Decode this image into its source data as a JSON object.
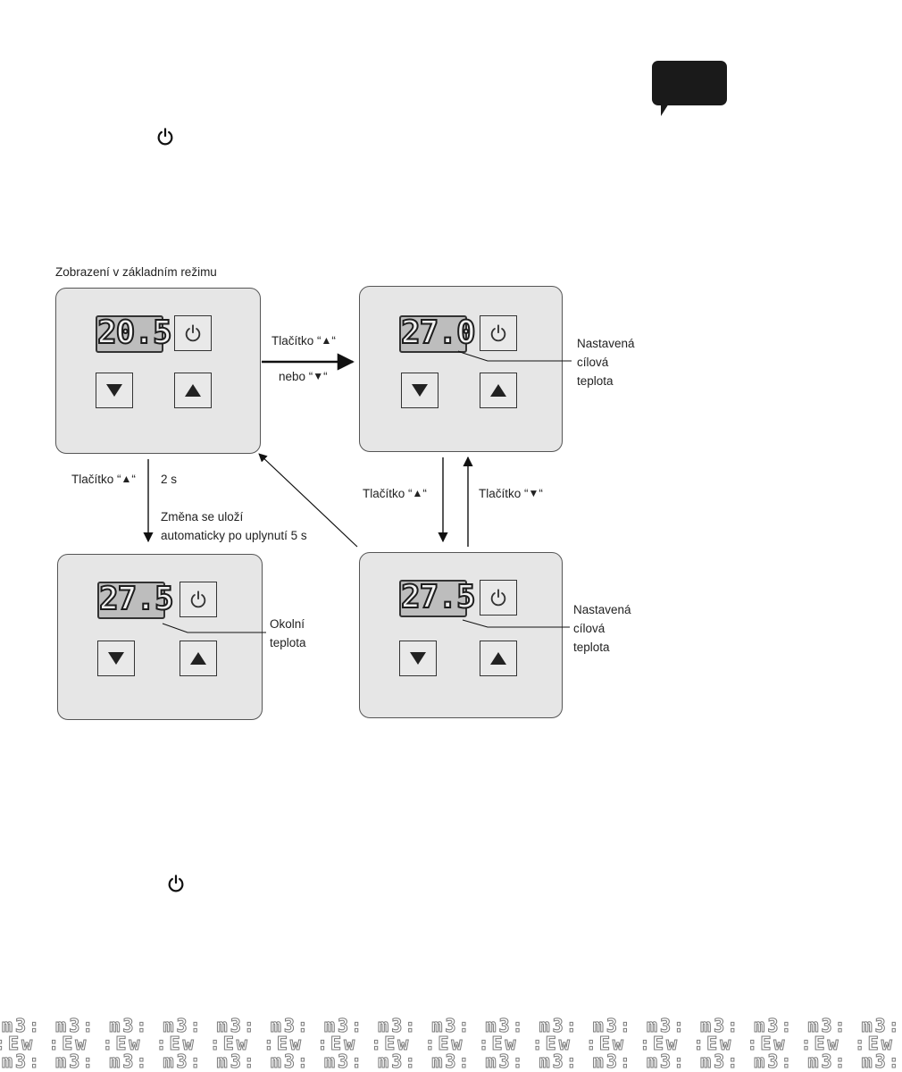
{
  "intro_label": "Zobrazení v základním režimu",
  "panels": [
    {
      "id": "tl",
      "display": "20.5"
    },
    {
      "id": "tr",
      "display": "27.0"
    },
    {
      "id": "bl",
      "display": "27.5"
    },
    {
      "id": "br",
      "display": "27.5"
    }
  ],
  "labels": {
    "arrow_right_top": "Tlačítko “",
    "arrow_right_top_end": "“",
    "arrow_right_bottom": "nebo “",
    "arrow_right_bottom_end": "“",
    "left_btn": "Tlačítko “",
    "left_btn_end": "“",
    "left_time": "2 s",
    "left_note_1": "Změna se uloží",
    "left_note_2": "automaticky po uplynutí 5 s",
    "mid_down": "Tlačítko “",
    "mid_down_end": "“",
    "mid_up": "Tlačítko “",
    "mid_up_end": "“",
    "tr_note_1": "Nastavená",
    "tr_note_2": "cílová",
    "tr_note_3": "teplota",
    "bl_note_1": "Okolní",
    "bl_note_2": "teplota",
    "br_note_1": "Nastavená",
    "br_note_2": "cílová",
    "br_note_3": "teplota"
  },
  "glyphs": {
    "up": "▲",
    "down": "▼"
  },
  "footer_pattern": {
    "row1": "m3: m3: m3: m3: m3: m3: m3: m3: m3: m3: m3: m3: m3: m3: m3: m3: m3:",
    "row2": ":Ew :Ew :Ew :Ew :Ew :Ew :Ew :Ew :Ew :Ew :Ew :Ew :Ew :Ew :Ew :Ew :Ew",
    "row3": "m3: m3: m3: m3: m3: m3: m3: m3: m3: m3: m3: m3: m3: m3: m3: m3: m3:"
  }
}
